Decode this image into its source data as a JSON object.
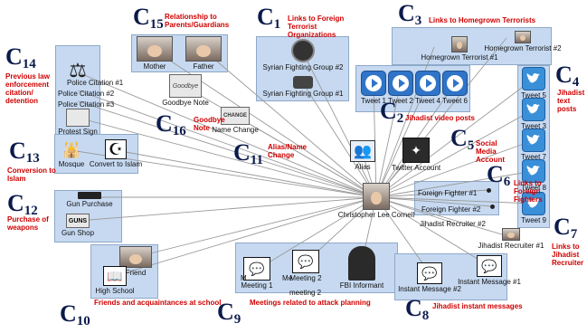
{
  "colors": {
    "box": "#c6d9f1",
    "edge": "#9a9a9a",
    "category": "#0a1a4a",
    "description": "#d00000",
    "twitter": "#3a8fd9"
  },
  "center": "Christopher Lee Cornell",
  "nodes": {
    "syrian2": "Syrian Fighting Group #2",
    "syrian1": "Syrian Fighting Group #1",
    "hg1": "Homegrown Terrorist #1",
    "hg2": "Homegrown Terrorist #2",
    "tweet1": "Tweet 1",
    "tweet2": "Tweet 2",
    "tweet4": "Tweet 4",
    "tweet6": "Tweet 6",
    "tw5": "Tweet 5",
    "tw3": "Tweet 3",
    "tw7": "Tweet 7",
    "tw8": "Tweet 8",
    "tw9": "Tweet 9",
    "mother": "Mother",
    "father": "Father",
    "goodbye": "Goodbye Note",
    "pc1": "Police Citation #1",
    "pc2": "Police Citation #2",
    "pc3": "Police Citation #3",
    "protest": "Protest Sign",
    "namechange": "Name Change",
    "alias": "Alias",
    "twitter": "Twitter Account",
    "mosque": "Mosque",
    "convert": "Convert to Islam",
    "gunpurchase": "Gun Purchase",
    "gunshop": "Gun Shop",
    "ff1": "Foreign Fighter #1",
    "ff2": "Foreign Fighter #2",
    "jr2": "Jihadist Recruiter #2",
    "jr1": "Jihadist Recruiter #1",
    "friend": "Friend",
    "highschool": "High School",
    "meeting1": "Meeting 1",
    "meeting2": "Meeting 2",
    "meeting2b": "meeting 2",
    "meetingN": "M",
    "meetingMe": "Me",
    "fbi": "FBI Informant",
    "im2": "Instant Message #2",
    "im1": "Instant Message #1"
  },
  "icons": {
    "guns": "GUNS",
    "mosqueGlyph": "☪",
    "convertGlyph": "☪",
    "nameChange": "CHANGE",
    "goodbye": "Goodbye"
  },
  "categories": {
    "c1": {
      "letter": "C",
      "num": "1",
      "text": "Links to Foreign Terrorist Organizations"
    },
    "c3": {
      "letter": "C",
      "num": "3",
      "text": "Links to Homegrown Terrorists"
    },
    "c15": {
      "letter": "C",
      "num": "15",
      "text": "Relationship to Parents/Guardians"
    },
    "c14": {
      "letter": "C",
      "num": "14",
      "text": "Previous law enforcement citation/ detention"
    },
    "c4": {
      "letter": "C",
      "num": "4",
      "text": "Jihadist text posts"
    },
    "c16": {
      "letter": "C",
      "num": "16",
      "text": "Goodbye Note"
    },
    "c2": {
      "letter": "C",
      "num": "2",
      "text": "Jihadist video posts"
    },
    "c11": {
      "letter": "C",
      "num": "11",
      "text": "Alias/Name Change"
    },
    "c5": {
      "letter": "C",
      "num": "5",
      "text": "Social Media Account"
    },
    "c13": {
      "letter": "C",
      "num": "13",
      "text": "Conversion to Islam"
    },
    "c6": {
      "letter": "C",
      "num": "6",
      "text": "Links to Foreign Fighters"
    },
    "c12": {
      "letter": "C",
      "num": "12",
      "text": "Purchase of weapons"
    },
    "c7": {
      "letter": "C",
      "num": "7",
      "text": "Links to Jihadist Recruiter"
    },
    "c10": {
      "letter": "C",
      "num": "10",
      "text": "Friends and acquaintances at school"
    },
    "c9": {
      "letter": "C",
      "num": "9",
      "text": "Meetings related to attack planning"
    },
    "c8": {
      "letter": "C",
      "num": "8",
      "text": "Jihadist instant messages"
    }
  }
}
